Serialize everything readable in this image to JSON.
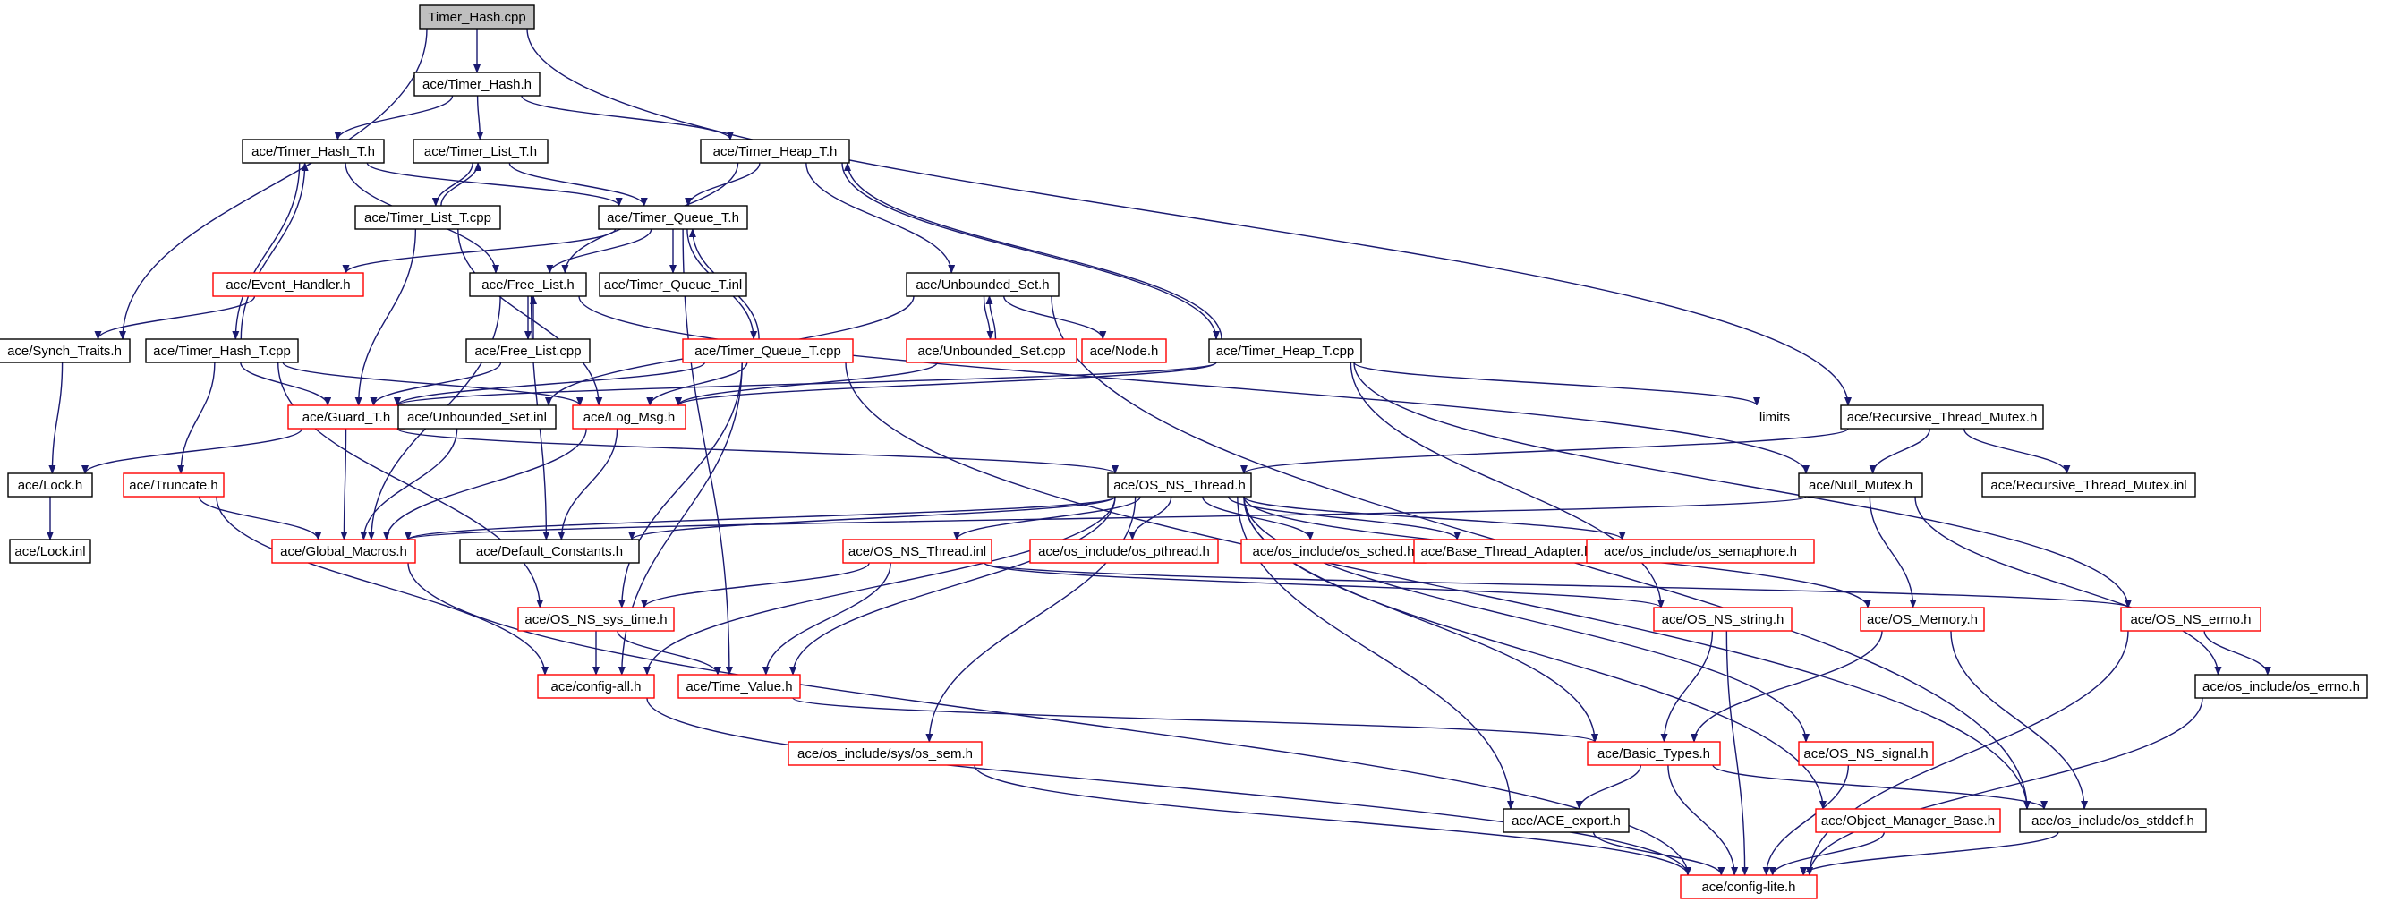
{
  "graph": {
    "colors": {
      "edge": "#191970",
      "node_border_black": "#000000",
      "node_border_red": "#ff0000",
      "root_fill": "#bfbfbf",
      "node_fill": "#ffffff"
    },
    "nodes": [
      {
        "id": "timer_hash_cpp",
        "label": "Timer_Hash.cpp",
        "style": "root"
      },
      {
        "id": "timer_hash_h",
        "label": "ace/Timer_Hash.h",
        "style": "black"
      },
      {
        "id": "timer_hash_t_h",
        "label": "ace/Timer_Hash_T.h",
        "style": "black"
      },
      {
        "id": "timer_list_t_h",
        "label": "ace/Timer_List_T.h",
        "style": "black"
      },
      {
        "id": "timer_heap_t_h",
        "label": "ace/Timer_Heap_T.h",
        "style": "black"
      },
      {
        "id": "timer_list_t_cpp",
        "label": "ace/Timer_List_T.cpp",
        "style": "black"
      },
      {
        "id": "timer_queue_t_h",
        "label": "ace/Timer_Queue_T.h",
        "style": "black"
      },
      {
        "id": "event_handler_h",
        "label": "ace/Event_Handler.h",
        "style": "red"
      },
      {
        "id": "free_list_h",
        "label": "ace/Free_List.h",
        "style": "black"
      },
      {
        "id": "timer_queue_t_inl",
        "label": "ace/Timer_Queue_T.inl",
        "style": "black"
      },
      {
        "id": "unbounded_set_h",
        "label": "ace/Unbounded_Set.h",
        "style": "black"
      },
      {
        "id": "synch_traits_h",
        "label": "ace/Synch_Traits.h",
        "style": "black"
      },
      {
        "id": "timer_hash_t_cpp",
        "label": "ace/Timer_Hash_T.cpp",
        "style": "black"
      },
      {
        "id": "free_list_cpp",
        "label": "ace/Free_List.cpp",
        "style": "black"
      },
      {
        "id": "timer_queue_t_cpp",
        "label": "ace/Timer_Queue_T.cpp",
        "style": "red"
      },
      {
        "id": "unbounded_set_cpp",
        "label": "ace/Unbounded_Set.cpp",
        "style": "red"
      },
      {
        "id": "node_h",
        "label": "ace/Node.h",
        "style": "red"
      },
      {
        "id": "timer_heap_t_cpp",
        "label": "ace/Timer_Heap_T.cpp",
        "style": "black"
      },
      {
        "id": "guard_t_h",
        "label": "ace/Guard_T.h",
        "style": "red"
      },
      {
        "id": "unbounded_set_inl",
        "label": "ace/Unbounded_Set.inl",
        "style": "black"
      },
      {
        "id": "log_msg_h",
        "label": "ace/Log_Msg.h",
        "style": "red"
      },
      {
        "id": "limits",
        "label": "limits",
        "style": "none"
      },
      {
        "id": "recursive_thread_mutex_h",
        "label": "ace/Recursive_Thread_Mutex.h",
        "style": "black"
      },
      {
        "id": "lock_h",
        "label": "ace/Lock.h",
        "style": "black"
      },
      {
        "id": "truncate_h",
        "label": "ace/Truncate.h",
        "style": "red"
      },
      {
        "id": "os_ns_thread_h",
        "label": "ace/OS_NS_Thread.h",
        "style": "black"
      },
      {
        "id": "null_mutex_h",
        "label": "ace/Null_Mutex.h",
        "style": "black"
      },
      {
        "id": "recursive_thread_mutex_inl",
        "label": "ace/Recursive_Thread_Mutex.inl",
        "style": "black"
      },
      {
        "id": "lock_inl",
        "label": "ace/Lock.inl",
        "style": "black"
      },
      {
        "id": "global_macros_h",
        "label": "ace/Global_Macros.h",
        "style": "red"
      },
      {
        "id": "default_constants_h",
        "label": "ace/Default_Constants.h",
        "style": "black"
      },
      {
        "id": "os_ns_thread_inl",
        "label": "ace/OS_NS_Thread.inl",
        "style": "red"
      },
      {
        "id": "os_pthread_h",
        "label": "ace/os_include/os_pthread.h",
        "style": "red"
      },
      {
        "id": "os_sched_h",
        "label": "ace/os_include/os_sched.h",
        "style": "red"
      },
      {
        "id": "base_thread_adapter_h",
        "label": "ace/Base_Thread_Adapter.h",
        "style": "red"
      },
      {
        "id": "os_semaphore_h",
        "label": "ace/os_include/os_semaphore.h",
        "style": "red"
      },
      {
        "id": "os_ns_sys_time_h",
        "label": "ace/OS_NS_sys_time.h",
        "style": "red"
      },
      {
        "id": "os_ns_string_h",
        "label": "ace/OS_NS_string.h",
        "style": "red"
      },
      {
        "id": "os_memory_h",
        "label": "ace/OS_Memory.h",
        "style": "red"
      },
      {
        "id": "os_ns_errno_h",
        "label": "ace/OS_NS_errno.h",
        "style": "red"
      },
      {
        "id": "config_all_h",
        "label": "ace/config-all.h",
        "style": "red"
      },
      {
        "id": "time_value_h",
        "label": "ace/Time_Value.h",
        "style": "red"
      },
      {
        "id": "os_errno_h",
        "label": "ace/os_include/os_errno.h",
        "style": "black"
      },
      {
        "id": "os_sem_h",
        "label": "ace/os_include/sys/os_sem.h",
        "style": "red"
      },
      {
        "id": "basic_types_h",
        "label": "ace/Basic_Types.h",
        "style": "red"
      },
      {
        "id": "os_ns_signal_h",
        "label": "ace/OS_NS_signal.h",
        "style": "red"
      },
      {
        "id": "ace_export_h",
        "label": "ace/ACE_export.h",
        "style": "black"
      },
      {
        "id": "object_manager_base_h",
        "label": "ace/Object_Manager_Base.h",
        "style": "red"
      },
      {
        "id": "os_stddef_h",
        "label": "ace/os_include/os_stddef.h",
        "style": "black"
      },
      {
        "id": "config_lite_h",
        "label": "ace/config-lite.h",
        "style": "red"
      }
    ],
    "edges": [
      [
        "timer_hash_cpp",
        "timer_hash_h"
      ],
      [
        "timer_hash_cpp",
        "synch_traits_h"
      ],
      [
        "timer_hash_cpp",
        "recursive_thread_mutex_h"
      ],
      [
        "timer_hash_h",
        "timer_hash_t_h"
      ],
      [
        "timer_hash_h",
        "timer_list_t_h"
      ],
      [
        "timer_hash_h",
        "timer_heap_t_h"
      ],
      [
        "timer_hash_t_h",
        "timer_queue_t_h"
      ],
      [
        "timer_hash_t_h",
        "free_list_h"
      ],
      [
        "timer_hash_t_h",
        "timer_hash_t_cpp"
      ],
      [
        "timer_list_t_h",
        "timer_queue_t_h"
      ],
      [
        "timer_list_t_h",
        "timer_list_t_cpp"
      ],
      [
        "timer_list_t_cpp",
        "timer_list_t_h"
      ],
      [
        "timer_list_t_cpp",
        "guard_t_h"
      ],
      [
        "timer_list_t_cpp",
        "log_msg_h"
      ],
      [
        "timer_heap_t_h",
        "timer_queue_t_h"
      ],
      [
        "timer_heap_t_h",
        "free_list_h"
      ],
      [
        "timer_heap_t_h",
        "unbounded_set_h"
      ],
      [
        "timer_heap_t_h",
        "timer_heap_t_cpp"
      ],
      [
        "timer_heap_t_cpp",
        "timer_heap_t_h"
      ],
      [
        "timer_queue_t_h",
        "event_handler_h"
      ],
      [
        "timer_queue_t_h",
        "free_list_h"
      ],
      [
        "timer_queue_t_h",
        "timer_queue_t_inl"
      ],
      [
        "timer_queue_t_h",
        "timer_queue_t_cpp"
      ],
      [
        "timer_queue_t_h",
        "time_value_h"
      ],
      [
        "timer_queue_t_cpp",
        "timer_queue_t_h"
      ],
      [
        "event_handler_h",
        "synch_traits_h"
      ],
      [
        "free_list_h",
        "free_list_cpp"
      ],
      [
        "free_list_cpp",
        "free_list_h"
      ],
      [
        "free_list_h",
        "global_macros_h"
      ],
      [
        "free_list_h",
        "default_constants_h"
      ],
      [
        "free_list_h",
        "null_mutex_h"
      ],
      [
        "free_list_cpp",
        "guard_t_h"
      ],
      [
        "unbounded_set_h",
        "unbounded_set_cpp"
      ],
      [
        "unbounded_set_cpp",
        "unbounded_set_h"
      ],
      [
        "unbounded_set_h",
        "node_h"
      ],
      [
        "unbounded_set_h",
        "unbounded_set_inl"
      ],
      [
        "unbounded_set_h",
        "os_stddef_h"
      ],
      [
        "unbounded_set_cpp",
        "log_msg_h"
      ],
      [
        "synch_traits_h",
        "lock_h"
      ],
      [
        "lock_h",
        "lock_inl"
      ],
      [
        "timer_hash_t_cpp",
        "timer_hash_t_h"
      ],
      [
        "timer_hash_t_cpp",
        "guard_t_h"
      ],
      [
        "timer_hash_t_cpp",
        "log_msg_h"
      ],
      [
        "timer_hash_t_cpp",
        "truncate_h"
      ],
      [
        "timer_hash_t_cpp",
        "os_ns_sys_time_h"
      ],
      [
        "timer_queue_t_cpp",
        "guard_t_h"
      ],
      [
        "timer_queue_t_cpp",
        "log_msg_h"
      ],
      [
        "timer_queue_t_cpp",
        "os_ns_sys_time_h"
      ],
      [
        "timer_queue_t_cpp",
        "config_all_h"
      ],
      [
        "timer_queue_t_cpp",
        "os_stddef_h"
      ],
      [
        "timer_heap_t_cpp",
        "guard_t_h"
      ],
      [
        "timer_heap_t_cpp",
        "log_msg_h"
      ],
      [
        "timer_heap_t_cpp",
        "limits"
      ],
      [
        "timer_heap_t_cpp",
        "os_ns_errno_h"
      ],
      [
        "timer_heap_t_cpp",
        "os_ns_string_h"
      ],
      [
        "guard_t_h",
        "lock_h"
      ],
      [
        "guard_t_h",
        "global_macros_h"
      ],
      [
        "guard_t_h",
        "os_ns_thread_h"
      ],
      [
        "unbounded_set_inl",
        "global_macros_h"
      ],
      [
        "log_msg_h",
        "default_constants_h"
      ],
      [
        "log_msg_h",
        "global_macros_h"
      ],
      [
        "recursive_thread_mutex_h",
        "os_ns_thread_h"
      ],
      [
        "recursive_thread_mutex_h",
        "null_mutex_h"
      ],
      [
        "recursive_thread_mutex_h",
        "recursive_thread_mutex_inl"
      ],
      [
        "truncate_h",
        "global_macros_h"
      ],
      [
        "truncate_h",
        "config_all_h"
      ],
      [
        "os_ns_thread_h",
        "global_macros_h"
      ],
      [
        "os_ns_thread_h",
        "default_constants_h"
      ],
      [
        "os_ns_thread_h",
        "os_ns_thread_inl"
      ],
      [
        "os_ns_thread_h",
        "os_pthread_h"
      ],
      [
        "os_ns_thread_h",
        "os_sched_h"
      ],
      [
        "os_ns_thread_h",
        "base_thread_adapter_h"
      ],
      [
        "os_ns_thread_h",
        "os_semaphore_h"
      ],
      [
        "os_ns_thread_h",
        "os_memory_h"
      ],
      [
        "os_ns_thread_h",
        "os_ns_signal_h"
      ],
      [
        "os_ns_thread_h",
        "object_manager_base_h"
      ],
      [
        "os_ns_thread_h",
        "config_all_h"
      ],
      [
        "os_ns_thread_h",
        "time_value_h"
      ],
      [
        "os_ns_thread_h",
        "os_sem_h"
      ],
      [
        "os_ns_thread_h",
        "ace_export_h"
      ],
      [
        "os_ns_thread_h",
        "basic_types_h"
      ],
      [
        "null_mutex_h",
        "global_macros_h"
      ],
      [
        "null_mutex_h",
        "os_memory_h"
      ],
      [
        "null_mutex_h",
        "os_errno_h"
      ],
      [
        "os_ns_thread_inl",
        "os_ns_sys_time_h"
      ],
      [
        "os_ns_thread_inl",
        "os_ns_string_h"
      ],
      [
        "os_ns_thread_inl",
        "os_ns_errno_h"
      ],
      [
        "os_ns_thread_inl",
        "time_value_h"
      ],
      [
        "os_ns_sys_time_h",
        "config_all_h"
      ],
      [
        "os_ns_sys_time_h",
        "time_value_h"
      ],
      [
        "os_ns_string_h",
        "basic_types_h"
      ],
      [
        "os_ns_string_h",
        "config_lite_h"
      ],
      [
        "os_memory_h",
        "basic_types_h"
      ],
      [
        "os_memory_h",
        "os_stddef_h"
      ],
      [
        "os_ns_errno_h",
        "os_errno_h"
      ],
      [
        "os_ns_errno_h",
        "config_lite_h"
      ],
      [
        "config_all_h",
        "config_lite_h"
      ],
      [
        "time_value_h",
        "basic_types_h"
      ],
      [
        "os_errno_h",
        "config_lite_h"
      ],
      [
        "os_sem_h",
        "config_lite_h"
      ],
      [
        "basic_types_h",
        "ace_export_h"
      ],
      [
        "basic_types_h",
        "config_lite_h"
      ],
      [
        "basic_types_h",
        "os_stddef_h"
      ],
      [
        "os_ns_signal_h",
        "config_lite_h"
      ],
      [
        "ace_export_h",
        "config_lite_h"
      ],
      [
        "object_manager_base_h",
        "config_lite_h"
      ],
      [
        "os_stddef_h",
        "config_lite_h"
      ],
      [
        "global_macros_h",
        "config_lite_h"
      ]
    ]
  }
}
